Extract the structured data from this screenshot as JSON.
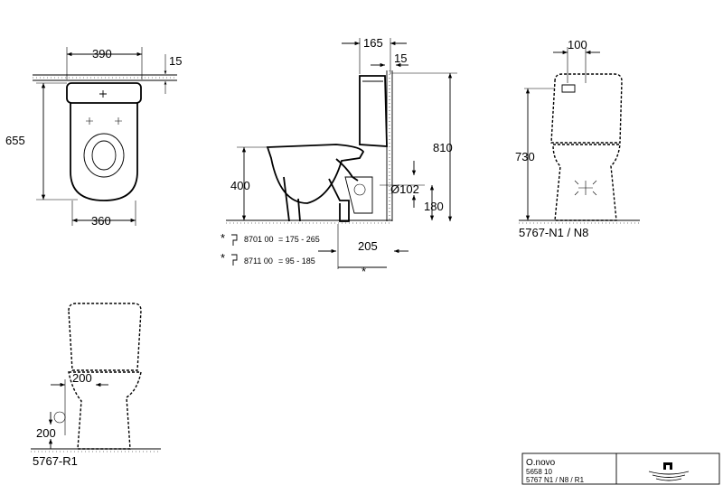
{
  "top_view": {
    "dim_width": "390",
    "dim_cover": "15",
    "dim_length": "655",
    "dim_base": "360"
  },
  "side_view": {
    "dim_top_a": "165",
    "dim_top_b": "15",
    "dim_height": "810",
    "dim_seat": "400",
    "dim_pipe": "Ø102",
    "dim_outlet": "180",
    "dim_offset": "205",
    "dim_star": "*",
    "note1_mark": "*",
    "note1_code": "8701 00",
    "note1_range": "= 175 - 265",
    "note2_mark": "*",
    "note2_code": "8711 00",
    "note2_range": "= 95 - 185"
  },
  "front_view": {
    "dim_top": "100",
    "dim_height": "730",
    "model": "5767-N1 / N8"
  },
  "rear_view": {
    "dim_offset": "200",
    "dim_height": "200",
    "model": "5767-R1"
  },
  "title_block": {
    "product": "O.novo",
    "number": "5658 10",
    "variants": "5767 N1 / N8 / R1"
  },
  "icons": [
    "toilet-floor-symbol-icon"
  ]
}
